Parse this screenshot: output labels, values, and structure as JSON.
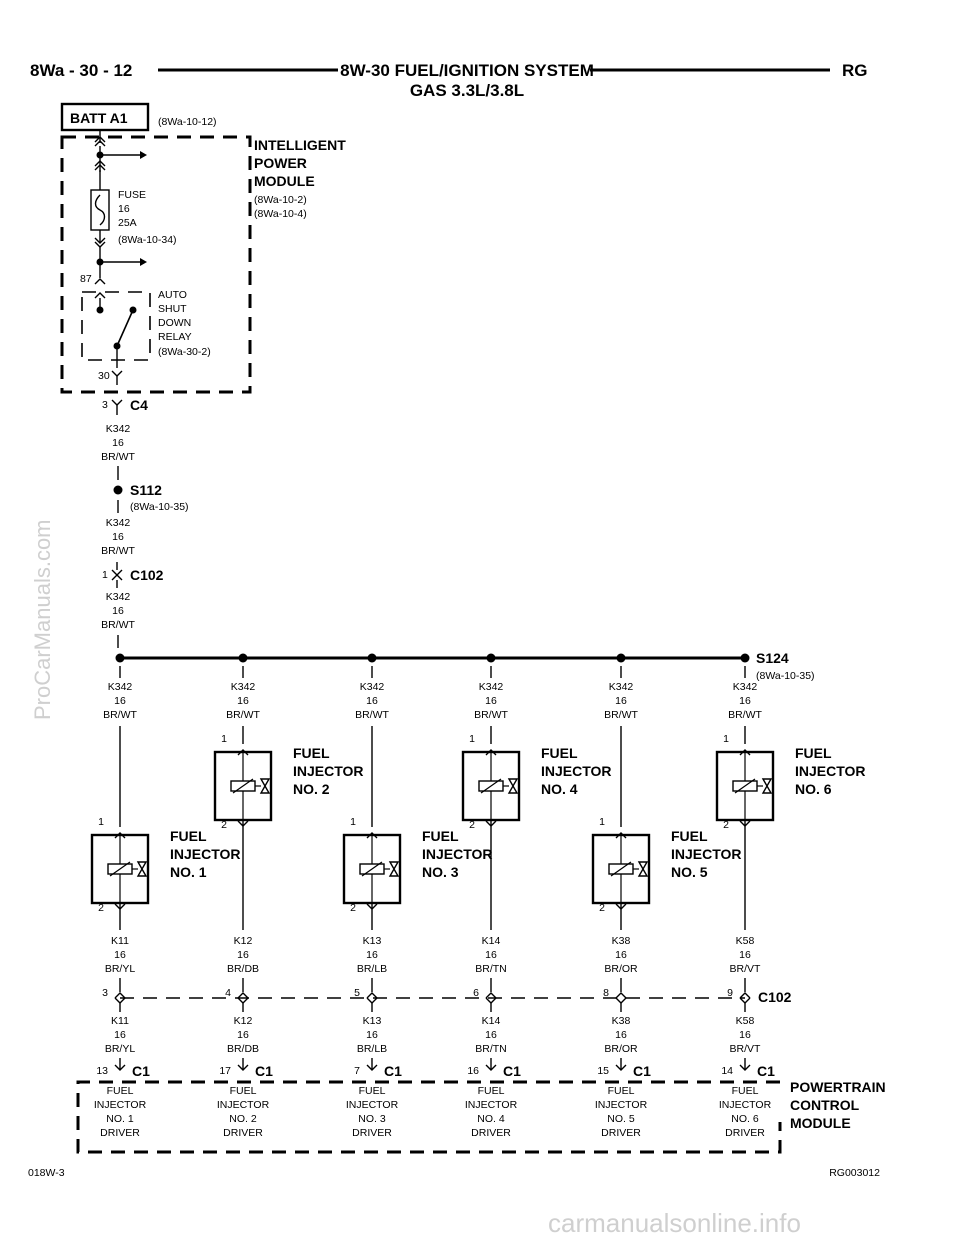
{
  "header": {
    "page_ref": "8Wa - 30 - 12",
    "title_line1": "8W-30 FUEL/IGNITION SYSTEM",
    "title_line2": "GAS 3.3L/3.8L",
    "section": "RG"
  },
  "batt": {
    "label": "BATT A1",
    "ref": "(8Wa-10-12)"
  },
  "ipm": {
    "line1": "INTELLIGENT",
    "line2": "POWER",
    "line3": "MODULE",
    "ref1": "(8Wa-10-2)",
    "ref2": "(8Wa-10-4)",
    "fuse": {
      "l1": "FUSE",
      "l2": "16",
      "l3": "25A",
      "l4": "(8Wa-10-34)"
    },
    "pin87": "87",
    "pin30": "30",
    "relay": {
      "l1": "AUTO",
      "l2": "SHUT",
      "l3": "DOWN",
      "l4": "RELAY",
      "l5": "(8Wa-30-2)"
    }
  },
  "c4": {
    "pin": "3",
    "name": "C4"
  },
  "wire_main": {
    "circuit": "K342",
    "gauge": "16",
    "color": "BR/WT"
  },
  "s112": {
    "name": "S112",
    "ref": "(8Wa-10-35)"
  },
  "c102_top": {
    "pin": "1",
    "name": "C102"
  },
  "s124": {
    "name": "S124",
    "ref": "(8Wa-10-35)"
  },
  "injectors": [
    {
      "l1": "FUEL",
      "l2": "INJECTOR",
      "l3": "NO. 1",
      "pin_top": "1",
      "pin_bot": "2",
      "circuit": "K11",
      "gauge": "16",
      "color": "BR/YL",
      "c102_pin": "3",
      "c1_pin": "13",
      "pcm1": "FUEL",
      "pcm2": "INJECTOR",
      "pcm3": "NO. 1",
      "pcm4": "DRIVER"
    },
    {
      "l1": "FUEL",
      "l2": "INJECTOR",
      "l3": "NO. 2",
      "pin_top": "1",
      "pin_bot": "2",
      "circuit": "K12",
      "gauge": "16",
      "color": "BR/DB",
      "c102_pin": "4",
      "c1_pin": "17",
      "pcm1": "FUEL",
      "pcm2": "INJECTOR",
      "pcm3": "NO. 2",
      "pcm4": "DRIVER"
    },
    {
      "l1": "FUEL",
      "l2": "INJECTOR",
      "l3": "NO. 3",
      "pin_top": "1",
      "pin_bot": "2",
      "circuit": "K13",
      "gauge": "16",
      "color": "BR/LB",
      "c102_pin": "5",
      "c1_pin": "7",
      "pcm1": "FUEL",
      "pcm2": "INJECTOR",
      "pcm3": "NO. 3",
      "pcm4": "DRIVER"
    },
    {
      "l1": "FUEL",
      "l2": "INJECTOR",
      "l3": "NO. 4",
      "pin_top": "1",
      "pin_bot": "2",
      "circuit": "K14",
      "gauge": "16",
      "color": "BR/TN",
      "c102_pin": "6",
      "c1_pin": "16",
      "pcm1": "FUEL",
      "pcm2": "INJECTOR",
      "pcm3": "NO. 4",
      "pcm4": "DRIVER"
    },
    {
      "l1": "FUEL",
      "l2": "INJECTOR",
      "l3": "NO. 5",
      "pin_top": "1",
      "pin_bot": "2",
      "circuit": "K38",
      "gauge": "16",
      "color": "BR/OR",
      "c102_pin": "8",
      "c1_pin": "15",
      "pcm1": "FUEL",
      "pcm2": "INJECTOR",
      "pcm3": "NO. 5",
      "pcm4": "DRIVER"
    },
    {
      "l1": "FUEL",
      "l2": "INJECTOR",
      "l3": "NO. 6",
      "pin_top": "1",
      "pin_bot": "2",
      "circuit": "K58",
      "gauge": "16",
      "color": "BR/VT",
      "c102_pin": "9",
      "c1_pin": "14",
      "pcm1": "FUEL",
      "pcm2": "INJECTOR",
      "pcm3": "NO. 6",
      "pcm4": "DRIVER"
    }
  ],
  "c102_bottom": {
    "name": "C102"
  },
  "c1": {
    "name": "C1"
  },
  "pcm": {
    "l1": "POWERTRAIN",
    "l2": "CONTROL",
    "l3": "MODULE"
  },
  "footer": {
    "left": "018W-3",
    "right": "RG003012"
  },
  "watermarks": {
    "side": "ProCarManuals.com",
    "bottom": "carmanualsonline.info"
  }
}
